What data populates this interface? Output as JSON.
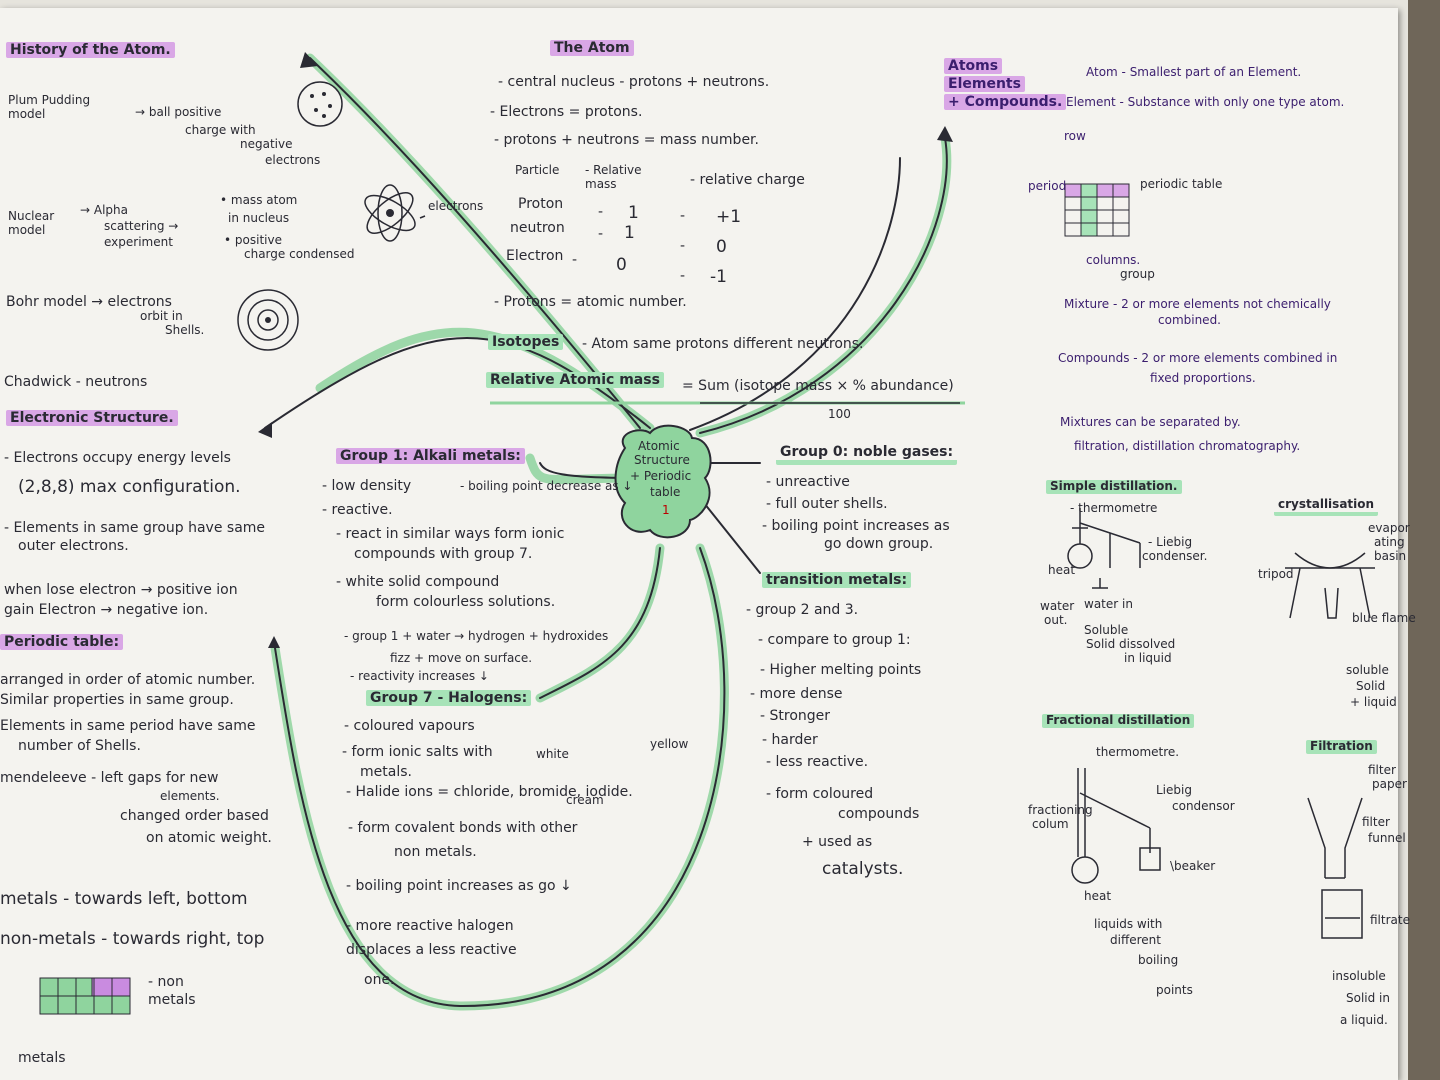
{
  "history": {
    "title": "History of the Atom.",
    "plum_label": "Plum Pudding model",
    "plum_desc": [
      "→ ball positive",
      "charge with",
      "negative",
      "electrons"
    ],
    "nuclear_label": [
      "Nuclear",
      "model"
    ],
    "alpha": [
      "→ Alpha",
      "scattering →",
      "experiment"
    ],
    "nuclear_points": [
      "• mass atom",
      "in nucleus",
      "• positive",
      "charge condensed"
    ],
    "electrons_label": "electrons",
    "bohr": "Bohr model → electrons",
    "bohr2": [
      "orbit in",
      "Shells."
    ],
    "chadwick": "Chadwick   - neutrons"
  },
  "electronic": {
    "title": "Electronic Structure.",
    "lines": [
      "- Electrons occupy energy levels",
      "(2,8,8) max configuration.",
      "- Elements in same group have same",
      "outer electrons.",
      "when lose electron → positive ion",
      "gain Electron → negative ion."
    ]
  },
  "periodic": {
    "title": "Periodic table:",
    "lines": [
      "arranged in order of atomic number.",
      "Similar properties in same group.",
      "Elements in same period have same",
      "number of Shells.",
      "mendeleeve - left gaps for new",
      "elements.",
      "changed order based",
      "on atomic weight."
    ],
    "metals_left": "metals - towards left, bottom",
    "nonmetals_right": "non-metals - towards right, top",
    "non_metals_label": [
      "- non",
      "metals"
    ],
    "metals_label": "metals"
  },
  "atom": {
    "title": "The Atom",
    "lines": [
      "- central nucleus - protons + neutrons.",
      "- Electrons = protons.",
      "- protons + neutrons = mass number."
    ],
    "table_headers": [
      "Particle",
      "- Relative mass",
      "- relative charge"
    ],
    "rows": [
      [
        "Proton",
        "-",
        "1",
        "-",
        "+1"
      ],
      [
        "neutron",
        "-",
        "1",
        "-",
        "0"
      ],
      [
        "Electron",
        "-",
        "0",
        "-",
        "-1"
      ]
    ],
    "protons_atomic": "- Protons = atomic number.",
    "isotopes": "Isotopes",
    "isotopes_desc": "- Atom same protons different neutrons.",
    "ram": "Relative Atomic mass",
    "ram_eq": "= Sum (isotope mass × % abundance)",
    "ram_denom": "100"
  },
  "center": {
    "label": [
      "Atomic",
      "Structure",
      "+ Periodic",
      "table"
    ],
    "num": "1"
  },
  "group1": {
    "title": "Group 1: Alkali metals:",
    "lines": [
      "- low density",
      "- reactive.",
      "- react in similar ways form ionic",
      "compounds with group 7.",
      "- white solid compound",
      "form colourless solutions.",
      "- group 1 + water → hydrogen + hydroxides",
      "fizz + move on surface.",
      "- reactivity increases ↓"
    ],
    "bp": "- boiling point decrease as ↓"
  },
  "group7": {
    "title": "Group 7 - Halogens:",
    "lines": [
      "- coloured vapours",
      "- form ionic salts with",
      "metals.",
      "- Halide ions = chloride, bromide, iodide.",
      "- form covalent bonds with other",
      "non metals.",
      "- boiling point increases as go ↓",
      "- more reactive halogen",
      "displaces a less reactive",
      "one."
    ],
    "white": "white",
    "cream": "cream",
    "yellow": "yellow"
  },
  "group0": {
    "title": "Group 0: noble gases:",
    "lines": [
      "- unreactive",
      "- full outer shells.",
      "- boiling point increases as",
      "go down group."
    ]
  },
  "transition": {
    "title": "transition metals:",
    "lines": [
      "- group 2 and 3.",
      "- compare to group 1:",
      "- Higher melting points",
      "- more dense",
      "- Stronger",
      "- harder",
      "- less reactive.",
      "- form coloured",
      "compounds",
      "+ used as",
      "catalysts."
    ]
  },
  "aec": {
    "title": [
      "Atoms",
      "Elements",
      "+ Compounds."
    ],
    "atom_def": "Atom - Smallest part of an Element.",
    "element_def": "Element - Substance with only one type atom.",
    "row_label": "row",
    "period": "period",
    "periodic_table": "periodic table",
    "columns": "columns.",
    "group": "group",
    "mixture": "Mixture - 2 or more elements not chemically",
    "mixture2": "combined.",
    "compounds": "Compounds - 2 or more elements combined in",
    "compounds2": "fixed proportions.",
    "sep": "Mixtures can be separated by.",
    "sep2": "filtration, distillation chromatography."
  },
  "separation": {
    "simple": "Simple distillation.",
    "thermometre": "- thermometre",
    "liebig": [
      "- Liebig",
      "condenser."
    ],
    "heat": "heat",
    "water": [
      "water",
      "out."
    ],
    "water_in": "water in",
    "soluble": [
      "Soluble",
      "Solid dissolved",
      "in liquid"
    ],
    "fractional": "Fractional distillation",
    "thermometre2": "thermometre.",
    "fractioning": [
      "fractioning",
      "colum"
    ],
    "liebig2": [
      "Liebig",
      "condensor"
    ],
    "beaker": "\\beaker",
    "heat2": "heat",
    "liquids": [
      "liquids with",
      "different",
      "boiling",
      "points"
    ],
    "crystal": "crystallisation",
    "evap": [
      "evapor",
      "ating",
      "basin"
    ],
    "tripod": "tripod",
    "blue": "blue flame",
    "soluble2": [
      "soluble",
      "Solid",
      "+ liquid"
    ],
    "filtration": "Filtration",
    "filter_paper": [
      "filter",
      "paper"
    ],
    "filter_funnel": [
      "filter",
      "funnel"
    ],
    "filtrate": "filtrate",
    "insoluble": [
      "insoluble",
      "Solid in",
      "a liquid."
    ]
  },
  "colors": {
    "green": "#a7e3b8",
    "purple": "#d9a7e6",
    "ink": "#2a2a33",
    "line": "#8fd49e"
  }
}
